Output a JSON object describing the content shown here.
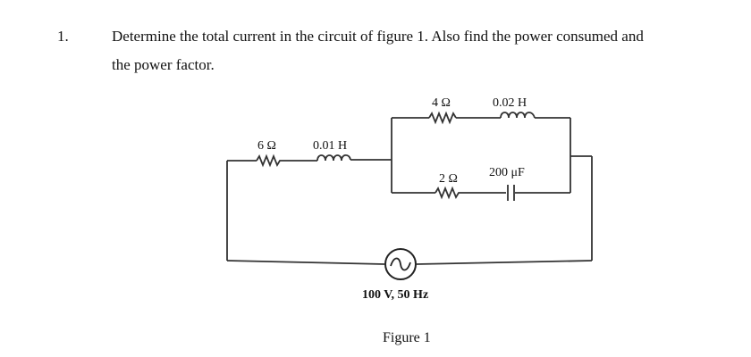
{
  "question": {
    "number": "1.",
    "line1": "Determine the total current in the circuit of figure 1. Also find the power consumed and",
    "line2": "the power factor."
  },
  "figure": {
    "components": {
      "r_series": "6 Ω",
      "l_series": "0.01 H",
      "r_top": "4 Ω",
      "l_top": "0.02 H",
      "r_bottom": "2 Ω",
      "c_bottom": "200 μF"
    },
    "source": "100 V, 50 Hz",
    "caption": "Figure 1"
  }
}
